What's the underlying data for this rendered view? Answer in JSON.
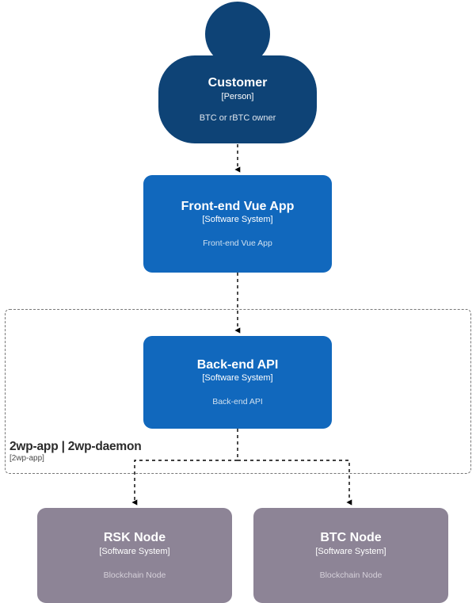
{
  "diagram": {
    "kind": "C4 System Context Diagram",
    "background": "#ffffff"
  },
  "colors": {
    "person": "#0e4376",
    "software_system": "#1168bd",
    "external_node": "#8d8496",
    "boundary_stroke": "#777777",
    "edge_stroke": "#000000",
    "title_text": "#ffffff",
    "description_text": "#cfe0f0",
    "boundary_title_text": "#2b2b2b"
  },
  "nodes": {
    "customer": {
      "title": "Customer",
      "type": "[Person]",
      "description": "BTC or rBTC owner",
      "shape": "person"
    },
    "frontend": {
      "title": "Front-end Vue App",
      "type": "[Software System]",
      "description": "Front-end Vue App",
      "shape": "rounded-rect"
    },
    "backend": {
      "title": "Back-end API",
      "type": "[Software System]",
      "description": "Back-end API",
      "shape": "rounded-rect"
    },
    "rsk_node": {
      "title": "RSK Node",
      "type": "[Software System]",
      "description": "Blockchain Node",
      "shape": "rounded-rect"
    },
    "btc_node": {
      "title": "BTC Node",
      "type": "[Software System]",
      "description": "Blockchain Node",
      "shape": "rounded-rect"
    }
  },
  "boundary": {
    "title": "2wp-app | 2wp-daemon",
    "subtitle": "[2wp-app]",
    "style": "dashed"
  },
  "edges": [
    {
      "name": "customer-to-frontend",
      "from": "customer",
      "to": "frontend",
      "style": "dashed",
      "arrow": "end",
      "label": ""
    },
    {
      "name": "frontend-to-backend",
      "from": "frontend",
      "to": "backend",
      "style": "dashed",
      "arrow": "end",
      "label": ""
    },
    {
      "name": "backend-to-rsk-node",
      "from": "backend",
      "to": "rsk_node",
      "style": "dashed",
      "arrow": "end",
      "label": ""
    },
    {
      "name": "backend-to-btc-node",
      "from": "backend",
      "to": "btc_node",
      "style": "dashed",
      "arrow": "end",
      "label": ""
    }
  ]
}
